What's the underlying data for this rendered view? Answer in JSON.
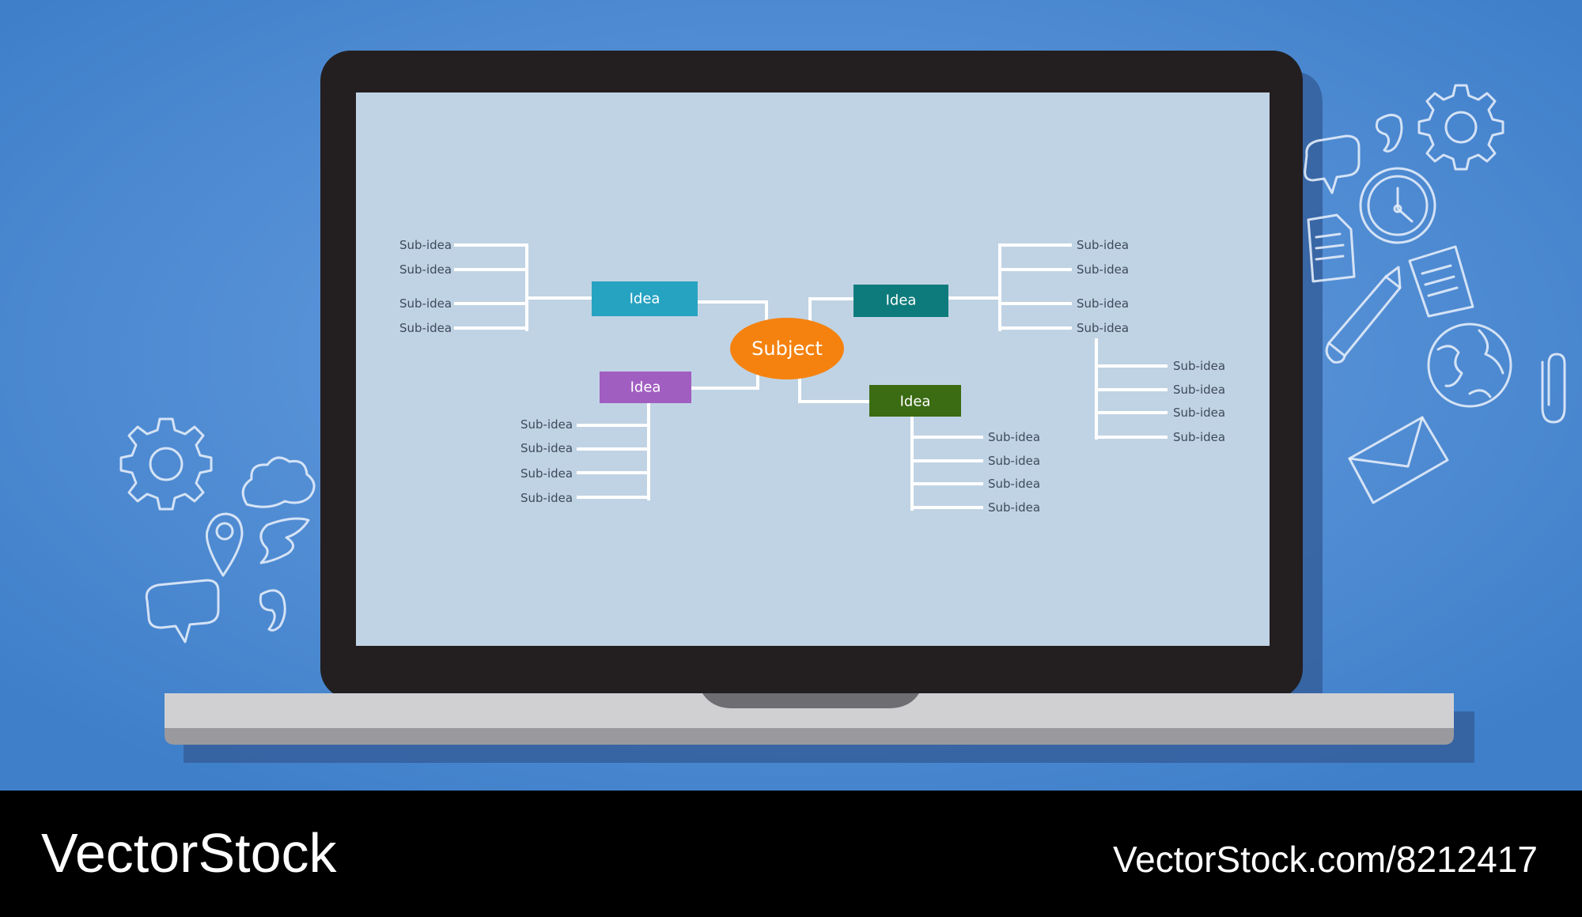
{
  "colors": {
    "background": "#3f7fca",
    "bezel": "#231f20",
    "screen": "#c0d3e4",
    "base": "#d0d0d3",
    "subject": "#f5820f",
    "idea_top_left": "#27a3c2",
    "idea_top_right": "#0d7b7b",
    "idea_bottom_left": "#a15ec1",
    "idea_bottom_right": "#3b6b12",
    "footer": "#000000"
  },
  "mindmap": {
    "subject": "Subject",
    "ideas": [
      {
        "label": "Idea",
        "subs": [
          "Sub-idea",
          "Sub-idea",
          "Sub-idea",
          "Sub-idea"
        ]
      },
      {
        "label": "Idea",
        "subs": [
          "Sub-idea",
          "Sub-idea",
          "Sub-idea",
          "Sub-idea"
        ],
        "subs2": [
          "Sub-idea",
          "Sub-idea",
          "Sub-idea",
          "Sub-idea"
        ]
      },
      {
        "label": "Idea",
        "subs": [
          "Sub-idea",
          "Sub-idea",
          "Sub-idea",
          "Sub-idea"
        ]
      },
      {
        "label": "Idea",
        "subs": [
          "Sub-idea",
          "Sub-idea",
          "Sub-idea",
          "Sub-idea"
        ]
      }
    ]
  },
  "icons": [
    "gear-icon",
    "cloud-icon",
    "map-pin-icon",
    "speech-bubble-icon",
    "quote-icon",
    "clock-icon",
    "document-icon",
    "pencil-icon",
    "globe-icon",
    "paperclip-icon",
    "envelope-icon"
  ],
  "footer": {
    "brand": "VectorStock",
    "url": "VectorStock.com/8212417"
  }
}
